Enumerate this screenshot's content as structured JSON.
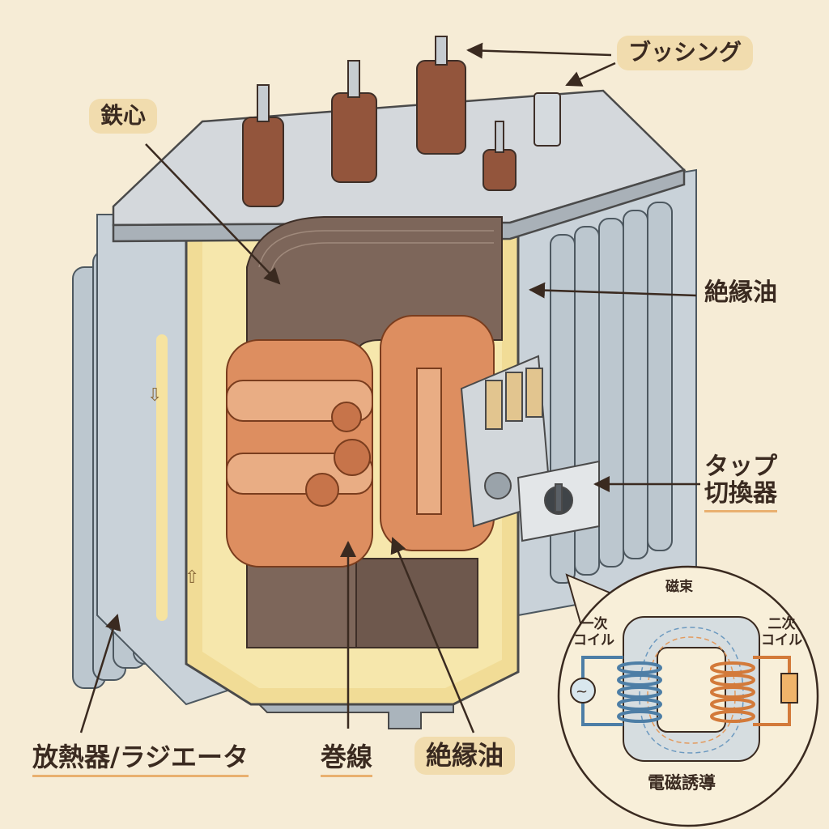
{
  "labels": {
    "bushing": "ブッシング",
    "core": "鉄心",
    "oil_right": "絶縁油",
    "tap_changer_line1": "タップ",
    "tap_changer_line2": "切換器",
    "radiator": "放熱器/ラジエータ",
    "winding": "巻線",
    "oil_bottom": "絶縁油"
  },
  "inset": {
    "flux": "磁束",
    "primary_line1": "一次",
    "primary_line2": "コイル",
    "secondary_line1": "二次",
    "secondary_line2": "コイル",
    "title": "電磁誘導"
  },
  "colors": {
    "background": "#f6ecd6",
    "oil": "#f6e3a0",
    "copper": "#d9865a",
    "core": "#7a6256",
    "steel": "#c3ccd3",
    "primary": "#5b8fb5",
    "secondary": "#e0904e"
  }
}
